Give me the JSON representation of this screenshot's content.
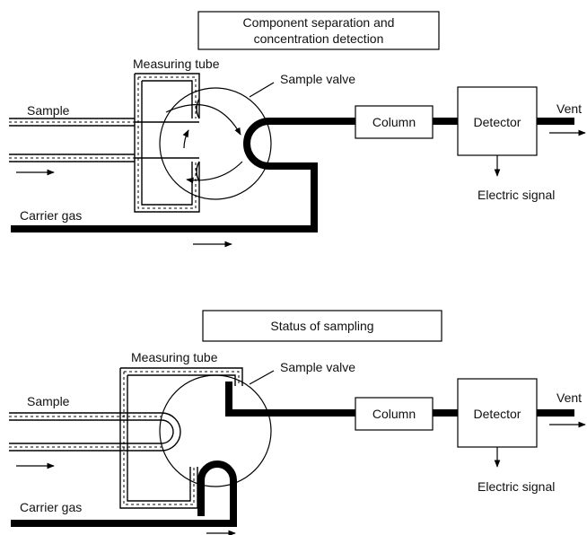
{
  "top_panel": {
    "title_line1": "Component separation and",
    "title_line2": "concentration detection",
    "measuring_tube": "Measuring tube",
    "sample_valve": "Sample valve",
    "sample": "Sample",
    "carrier_gas": "Carrier gas",
    "column": "Column",
    "detector": "Detector",
    "vent": "Vent",
    "electric_signal": "Electric signal"
  },
  "bottom_panel": {
    "title": "Status of sampling",
    "measuring_tube": "Measuring tube",
    "sample_valve": "Sample valve",
    "sample": "Sample",
    "carrier_gas": "Carrier gas",
    "column": "Column",
    "detector": "Detector",
    "vent": "Vent",
    "electric_signal": "Electric signal"
  }
}
